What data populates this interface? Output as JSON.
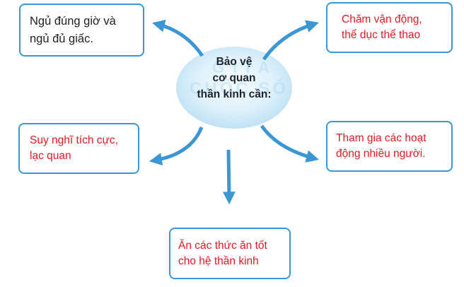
{
  "center": {
    "lines": [
      "Bảo vệ",
      "cơ quan",
      "thần kinh cần:"
    ]
  },
  "boxes": {
    "top_left": [
      "Ngủ đúng giờ và",
      "ngủ đủ giấc."
    ],
    "top_right": [
      "Chăm vận động,",
      "thể dục thể thao"
    ],
    "mid_left": [
      "Suy nghĩ tích cực,",
      "lạc quan"
    ],
    "mid_right": [
      "Tham gia các hoạt",
      "động nhiều người."
    ],
    "bottom": [
      "Ăn các thức ăn tốt",
      "cho hệ thần kinh"
    ]
  },
  "colors": {
    "arrow": "#3b97d3",
    "box_border": "#3b97d3",
    "red_text": "#e01b24",
    "ellipse_light": "#f4fbfe",
    "ellipse_dark": "#bfe2f5"
  }
}
